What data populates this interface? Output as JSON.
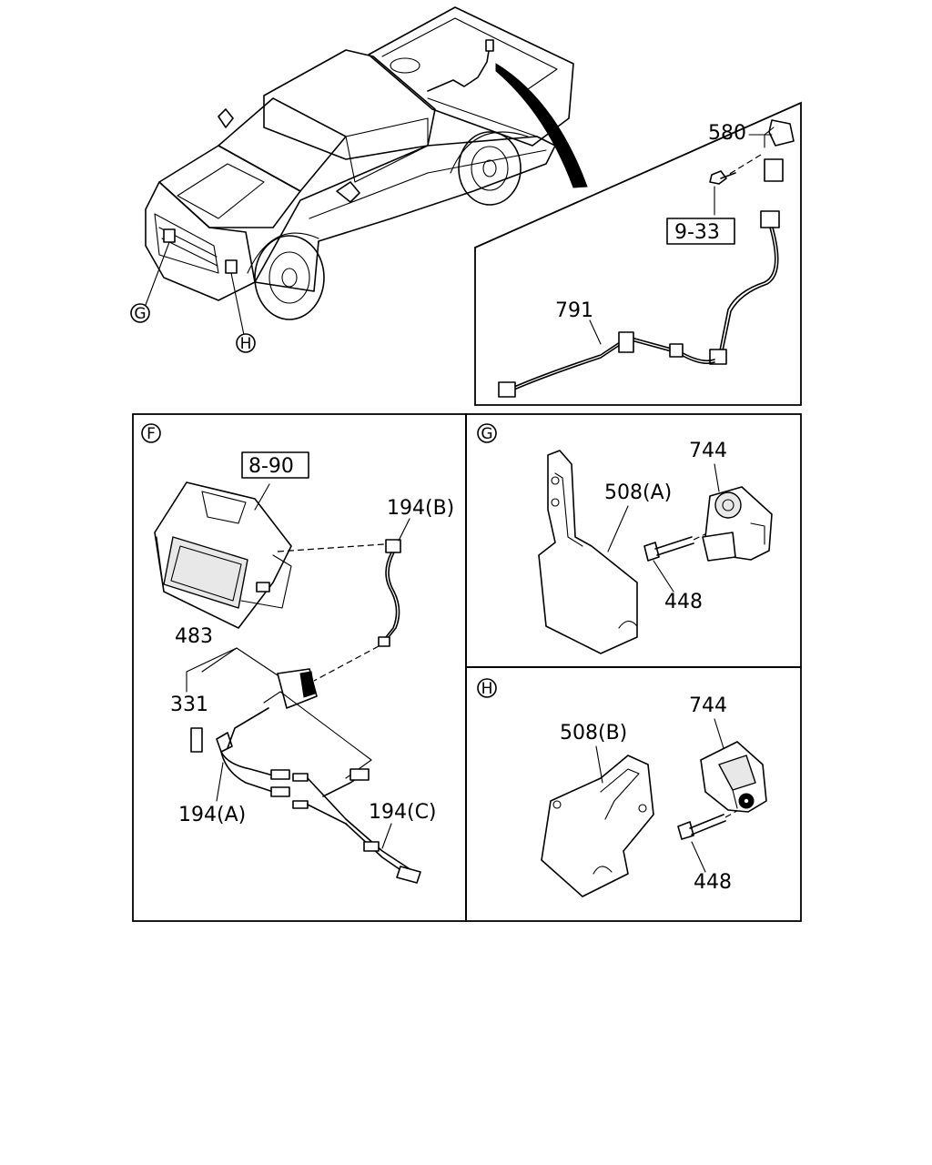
{
  "callouts": {
    "g": "G",
    "h": "H",
    "f": "F",
    "p580": "580",
    "p933": "9-33",
    "p791": "791",
    "p890": "8-90",
    "p194b": "194(B)",
    "p483": "483",
    "p331": "331",
    "p194a": "194(A)",
    "p194c": "194(C)",
    "p508a": "508(A)",
    "p744g": "744",
    "p448g": "448",
    "p508b": "508(B)",
    "p744h": "744",
    "p448h": "448"
  }
}
